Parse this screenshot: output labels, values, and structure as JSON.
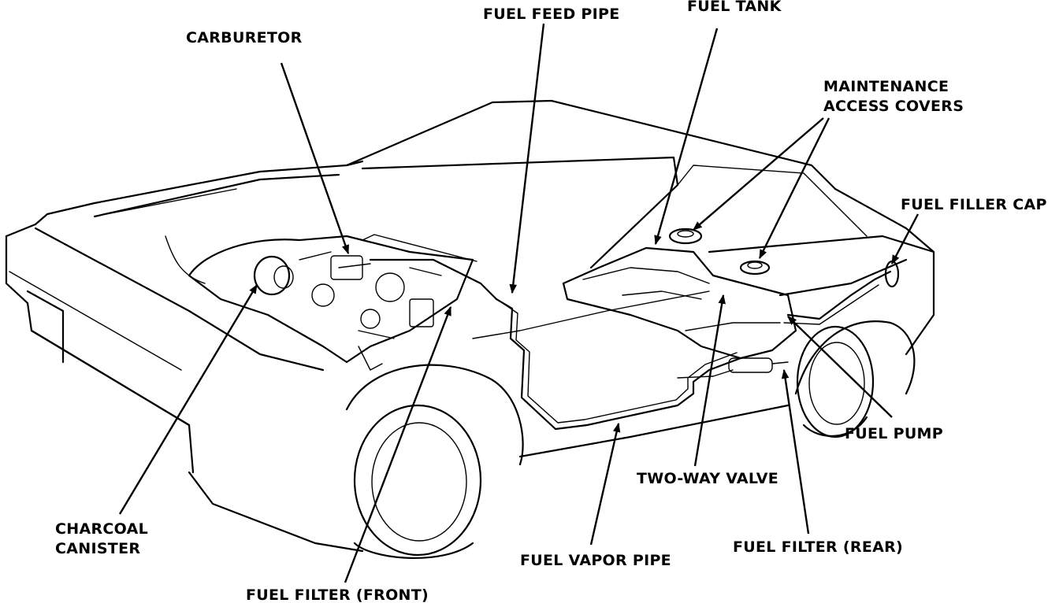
{
  "labels": {
    "carburetor": "CARBURETOR",
    "fuel_feed_pipe": "FUEL FEED PIPE",
    "fuel_tank": "FUEL TANK",
    "maintenance_1": "MAINTENANCE",
    "maintenance_2": "ACCESS COVERS",
    "fuel_filler_cap": "FUEL FILLER CAP",
    "fuel_pump": "FUEL PUMP",
    "two_way_valve": "TWO-WAY VALVE",
    "fuel_filter_rear": "FUEL FILTER (REAR)",
    "fuel_vapor_pipe": "FUEL VAPOR PIPE",
    "fuel_filter_front": "FUEL FILTER (FRONT)",
    "charcoal_1": "CHARCOAL",
    "charcoal_2": "CANISTER"
  },
  "colors": {
    "ink": "#000000",
    "paper": "#ffffff"
  }
}
